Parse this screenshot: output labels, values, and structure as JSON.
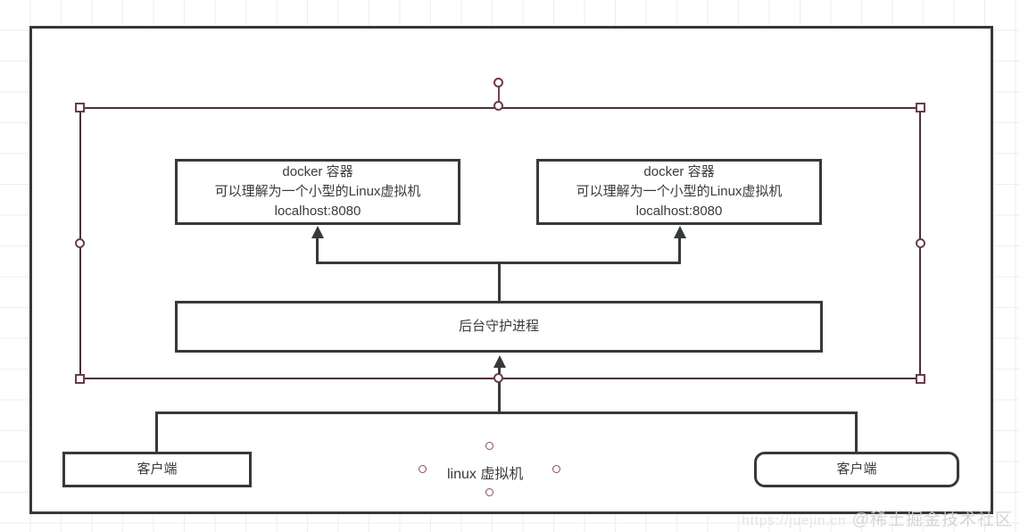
{
  "diagram": {
    "title": "Docker architecture diagram",
    "outer_container": {
      "name": "linux-host-plate"
    },
    "nodes": [
      {
        "id": "container-left",
        "lines": [
          "docker 容器",
          "可以理解为一个小型的Linux虚拟机",
          "localhost:8080"
        ]
      },
      {
        "id": "container-right",
        "lines": [
          "docker 容器",
          "可以理解为一个小型的Linux虚拟机",
          "localhost:8080"
        ]
      },
      {
        "id": "daemon",
        "lines": [
          "后台守护进程"
        ]
      },
      {
        "id": "client-left",
        "lines": [
          "客户端"
        ]
      },
      {
        "id": "client-right",
        "lines": [
          "客户端"
        ]
      }
    ],
    "center_label": "linux 虚拟机",
    "watermark": {
      "url": "https://juejin.cn",
      "text": "@稀土掘金技术社区"
    },
    "colors": {
      "stroke": "#36393b",
      "text": "#3b3b3b",
      "selection": "#6b3c4b",
      "grid": "#eeeeee",
      "background": "#ffffff"
    },
    "selection": {
      "handle_names": [
        "handle-top-left",
        "handle-top-right",
        "handle-bottom-left",
        "handle-bottom-right",
        "handle-left-middle",
        "handle-right-middle",
        "handle-top-middle",
        "handle-bottom-middle",
        "rotate-handle"
      ]
    }
  }
}
